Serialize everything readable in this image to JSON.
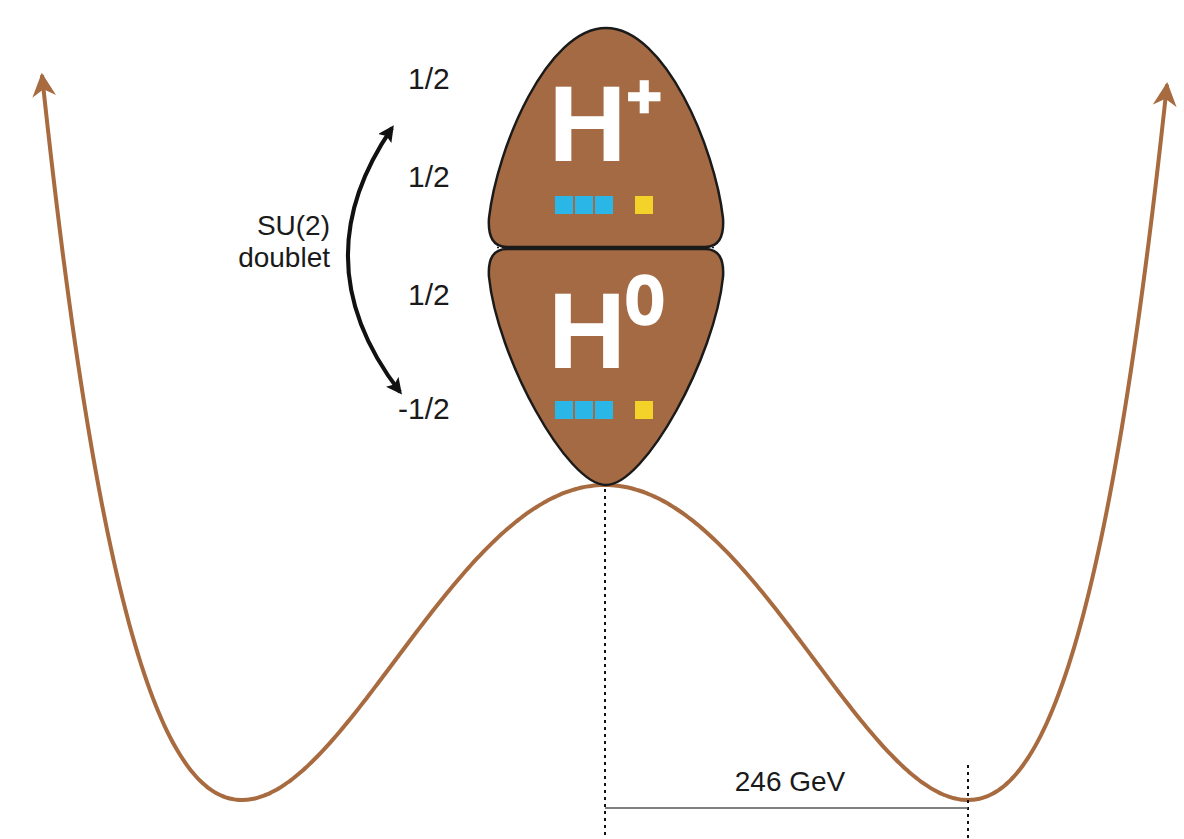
{
  "diagram": {
    "nodes": [
      {
        "text": [
          "H⁺"
        ]
      },
      {
        "text": [
          "H⁰"
        ]
      }
    ],
    "labels": [
      "1/2",
      "1/2",
      "1/2",
      "-1/2",
      "SU(2) doublet",
      "246 GeV"
    ]
  }
}
